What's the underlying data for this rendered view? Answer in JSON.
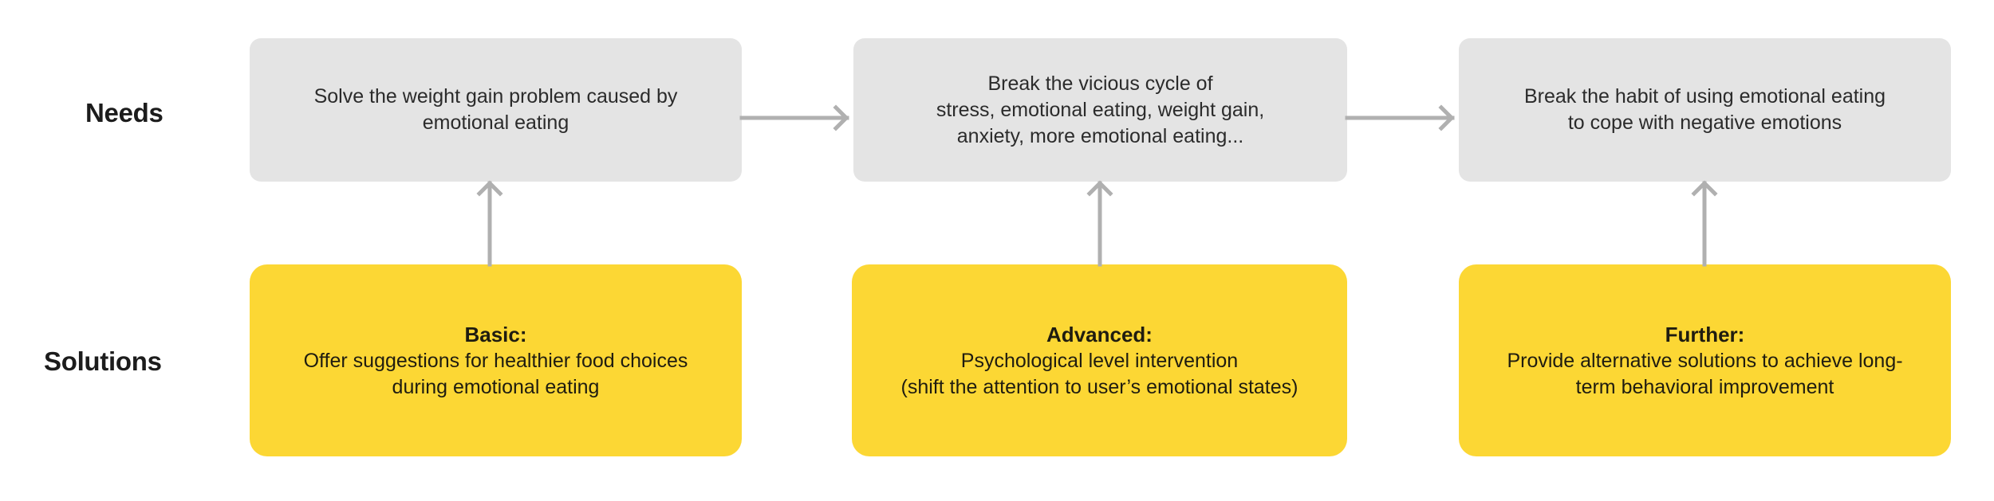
{
  "diagram": {
    "rows": [
      {
        "id": "needs",
        "label": "Needs"
      },
      {
        "id": "solutions",
        "label": "Solutions"
      }
    ],
    "colors": {
      "need_box": "#e4e4e4",
      "solution_box": "#fcd734",
      "connector": "#b0b0b0",
      "text": "#2b2b2b",
      "background": "#ffffff"
    },
    "needs": [
      {
        "lines": [
          "Solve the weight gain problem caused by",
          "emotional eating"
        ]
      },
      {
        "lines": [
          "Break the vicious cycle of",
          "stress, emotional eating, weight gain,",
          "anxiety, more emotional eating..."
        ]
      },
      {
        "lines": [
          "Break the habit of using emotional eating",
          "to cope with negative emotions"
        ]
      }
    ],
    "solutions": [
      {
        "title": "Basic:",
        "lines": [
          "Offer suggestions for healthier food choices",
          "during emotional eating"
        ]
      },
      {
        "title": "Advanced:",
        "lines": [
          "Psychological level intervention",
          "(shift the attention to user’s emotional states)"
        ]
      },
      {
        "title": "Further:",
        "lines": [
          "Provide alternative solutions to achieve long-",
          "term behavioral improvement"
        ]
      }
    ],
    "connectors": [
      {
        "name": "need-1-to-need-2",
        "direction": "right"
      },
      {
        "name": "need-2-to-need-3",
        "direction": "right"
      },
      {
        "name": "solution-1-to-need-1",
        "direction": "up"
      },
      {
        "name": "solution-2-to-need-2",
        "direction": "up"
      },
      {
        "name": "solution-3-to-need-3",
        "direction": "up"
      }
    ]
  }
}
